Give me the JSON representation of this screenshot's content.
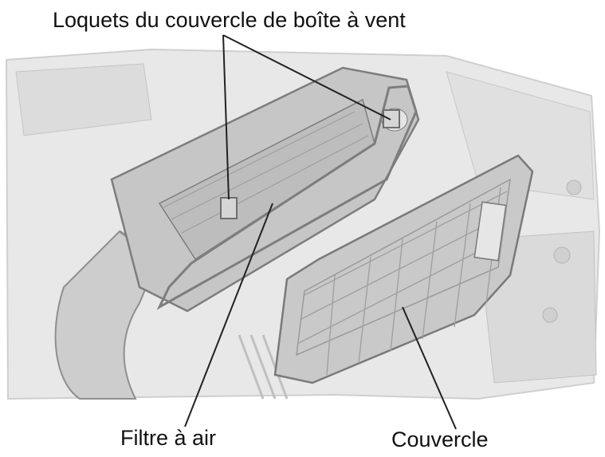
{
  "labels": {
    "latches": "Loquets du couvercle de boîte à vent",
    "air_filter": "Filtre à air",
    "cover": "Couvercle"
  },
  "colors": {
    "background": "#ffffff",
    "engine_bay": "#e6e6e6",
    "part_fill": "#c9c9c9",
    "part_stroke": "#8a8a8a",
    "leader_line": "#222222"
  }
}
